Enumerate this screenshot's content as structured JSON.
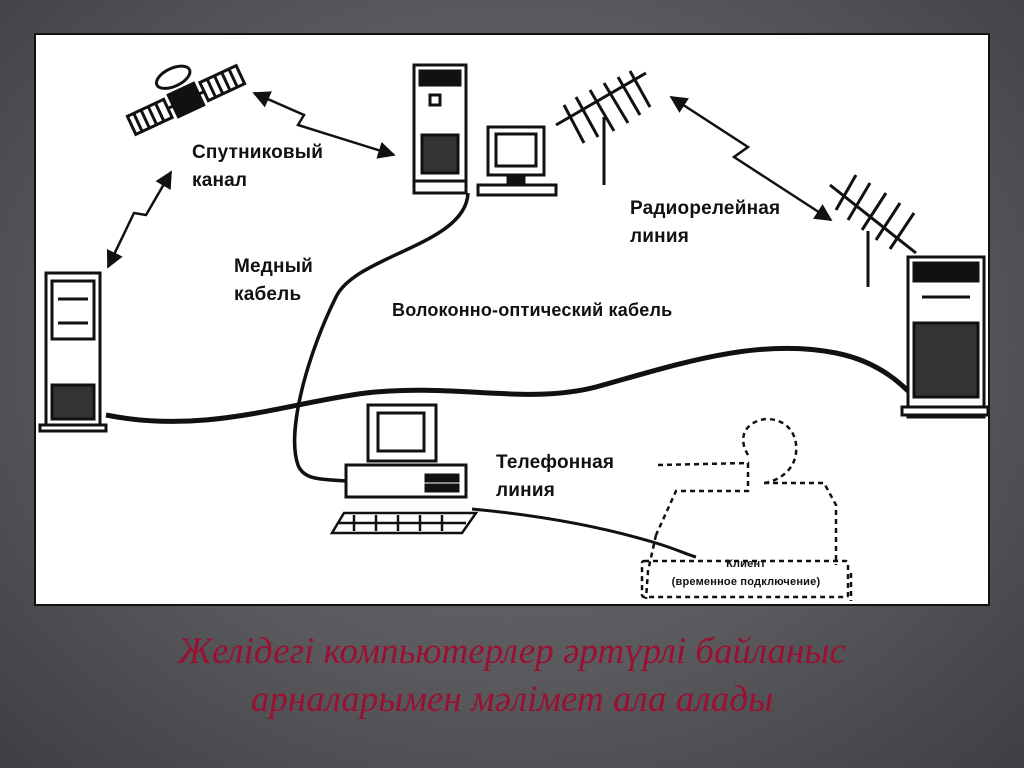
{
  "diagram": {
    "labels": {
      "satellite_line1": "Спутниковый",
      "satellite_line2": "канал",
      "copper_line1": "Медный",
      "copper_line2": "кабель",
      "fiber": "Волоконно-оптический кабель",
      "radio_line1": "Радиорелейная",
      "radio_line2": "линия",
      "phone_line1": "Телефонная",
      "phone_line2": "линия",
      "client_line1": "Клиент",
      "client_line2": "(временное подключение)"
    },
    "icons": [
      "satellite-icon",
      "server-tower-icon",
      "monitor-icon",
      "antenna-icon",
      "desktop-computer-icon",
      "keyboard-icon",
      "person-silhouette-icon",
      "lightning-link-icon"
    ]
  },
  "caption": {
    "line1": "Желідегі компьютерлер әртүрлі байланыс",
    "line2": "арналарымен мәлімет ала алады"
  }
}
